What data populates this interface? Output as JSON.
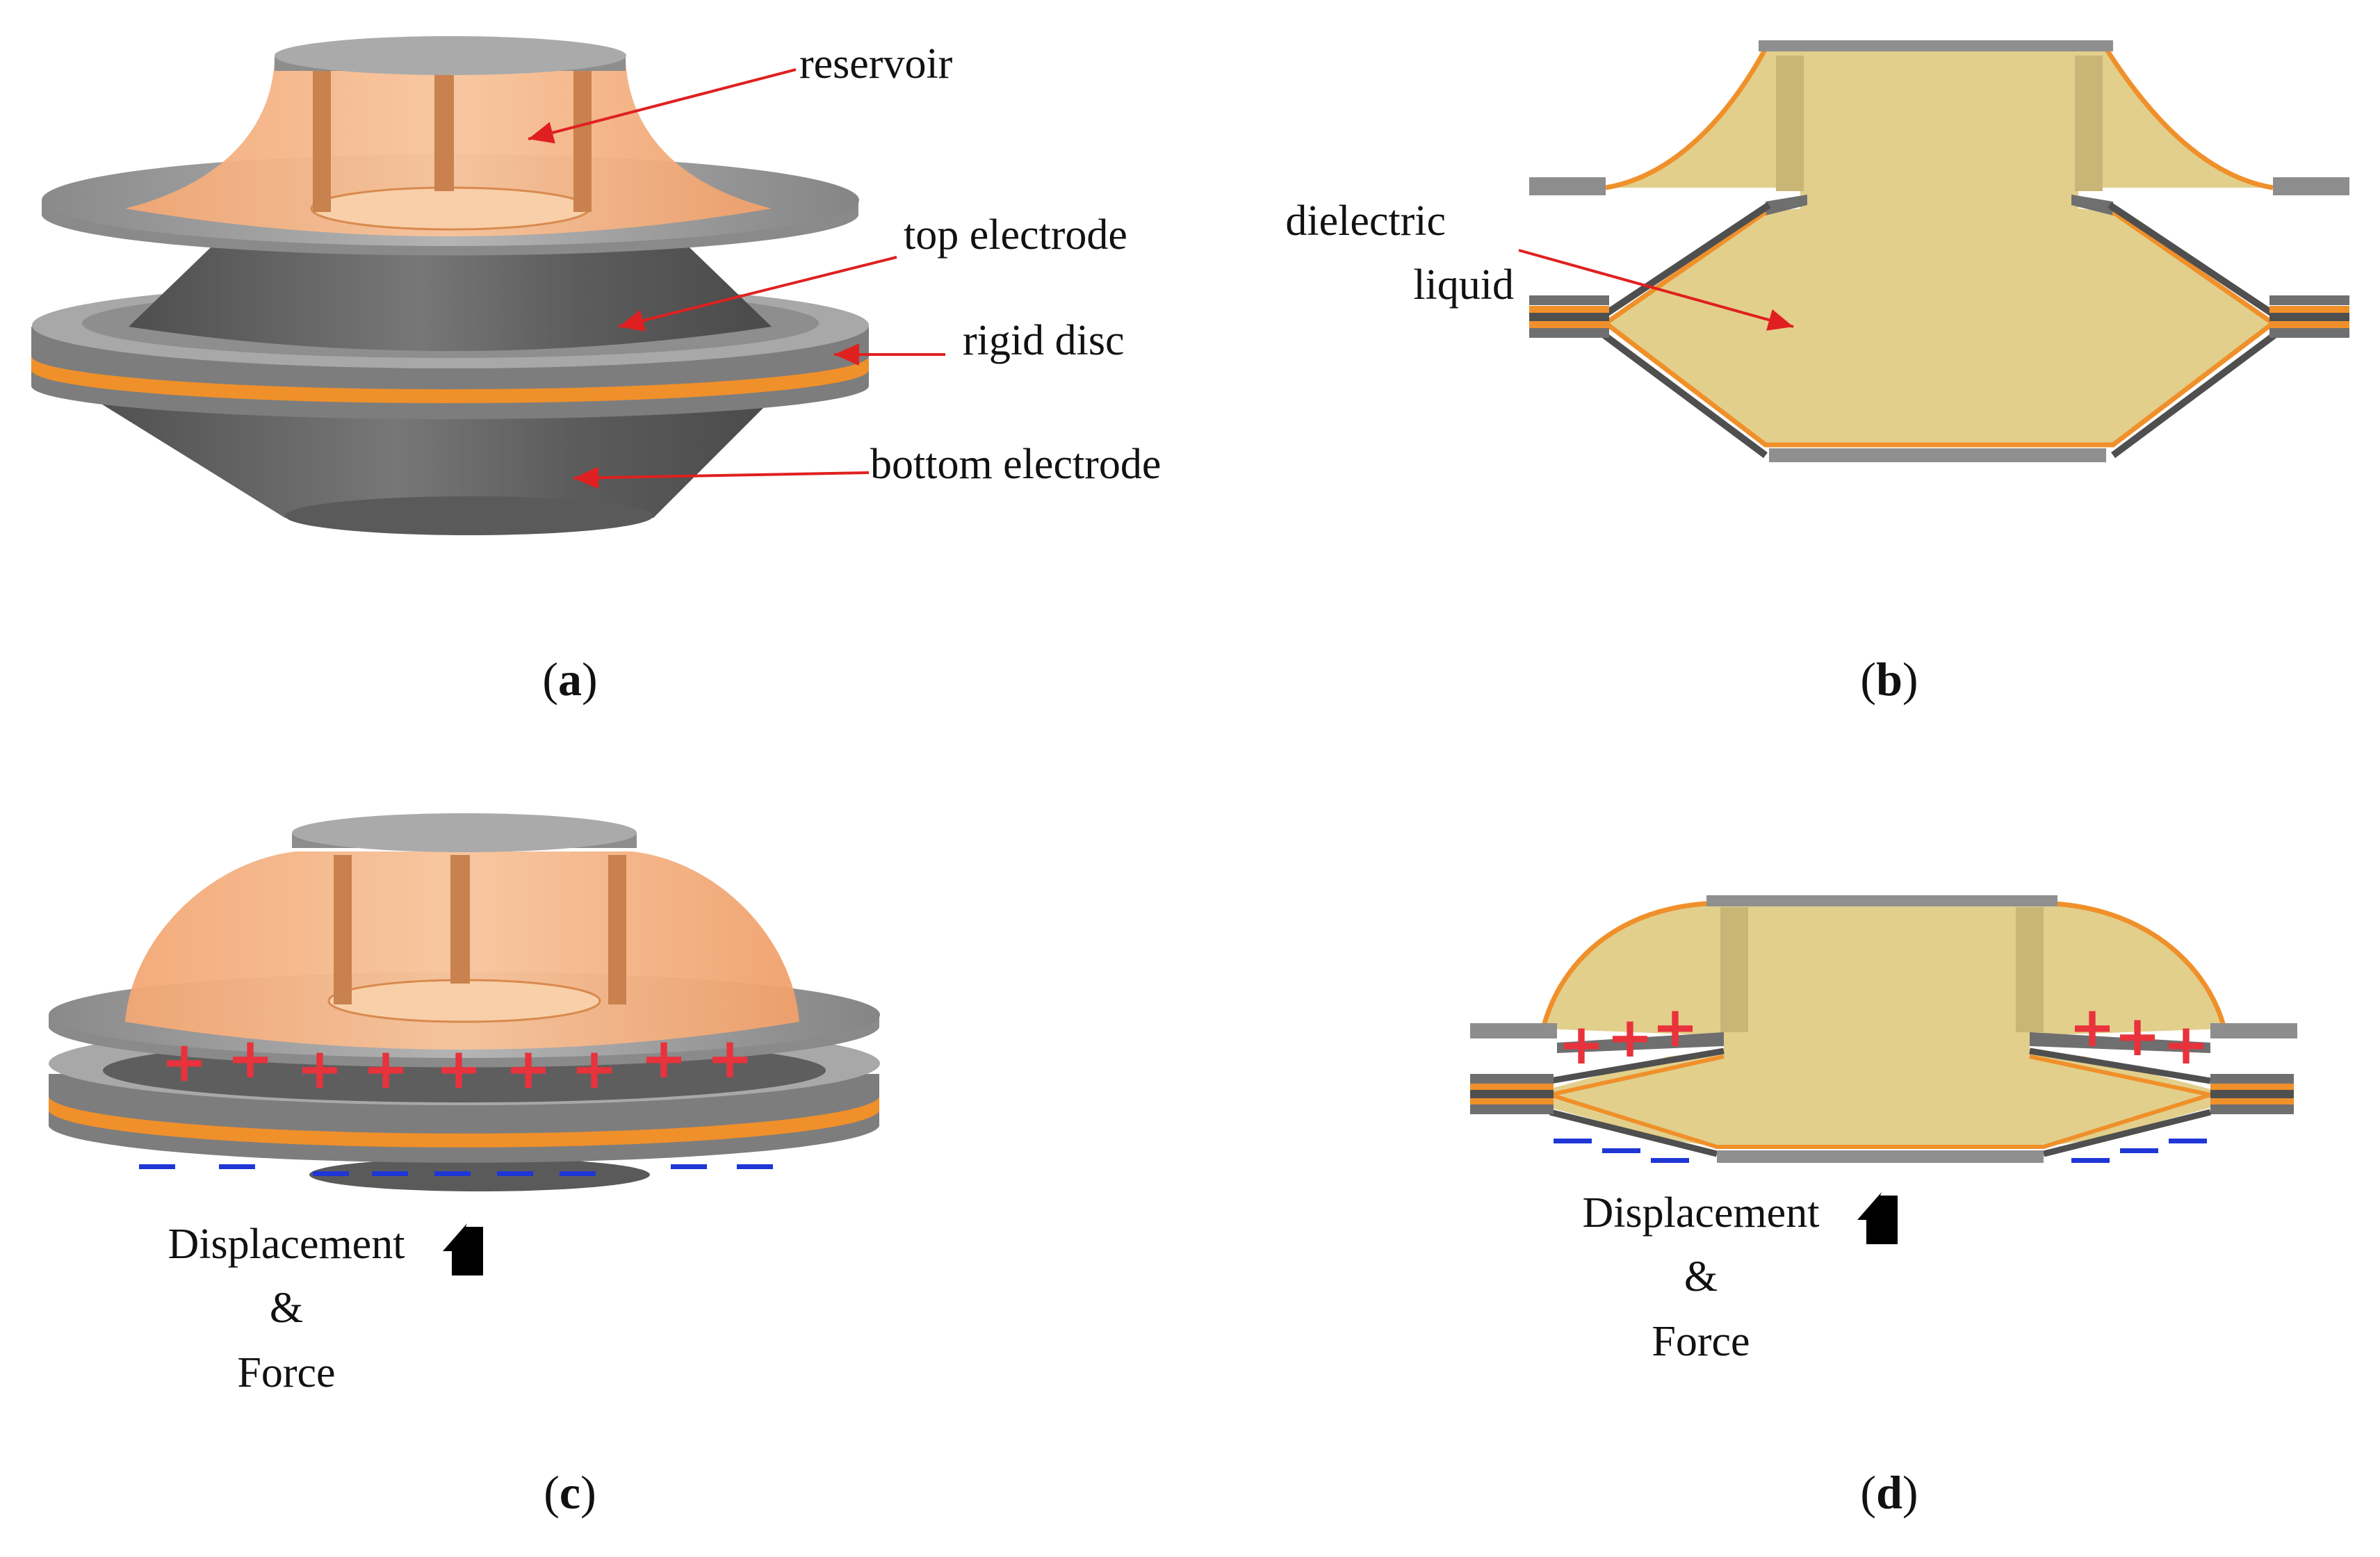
{
  "panel_a": {
    "caption_open": "(",
    "caption_letter": "a",
    "caption_close": ")",
    "labels": {
      "reservoir": "reservoir",
      "top_electrode": "top electrode",
      "rigid_disc": "rigid disc",
      "bottom_electrode": "bottom electrode"
    }
  },
  "panel_b": {
    "caption_open": "(",
    "caption_letter": "b",
    "caption_close": ")",
    "labels": {
      "dielectric_line1": "dielectric",
      "dielectric_line2": "liquid"
    }
  },
  "panel_c": {
    "caption_open": "(",
    "caption_letter": "c",
    "caption_close": ")",
    "charge_plus": "+",
    "charge_minus": "−",
    "displacement": "Displacement",
    "ampersand": "&",
    "force": "Force"
  },
  "panel_d": {
    "caption_open": "(",
    "caption_letter": "d",
    "caption_close": ")",
    "charge_plus": "+",
    "charge_minus": "−",
    "displacement": "Displacement",
    "ampersand": "&",
    "force": "Force"
  },
  "colors": {
    "electrode_gray": "#9a9a9a",
    "electrode_dark": "#5a5a5a",
    "film_orange": "#f0902a",
    "reservoir_orange": "#f5b98a",
    "dielectric_liquid": "#e2cf8c",
    "annotation_arrow": "#e02020",
    "positive_charge": "#e8323c",
    "negative_charge": "#1f36d6"
  }
}
